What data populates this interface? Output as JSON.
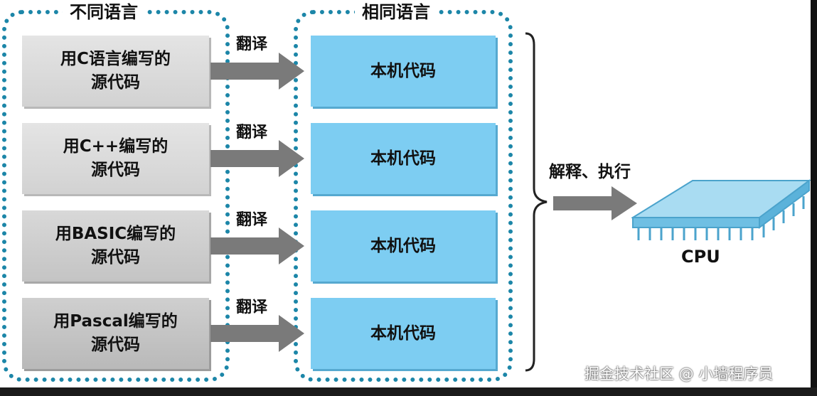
{
  "diagram": {
    "source_group_title": "不同语言",
    "target_group_title": "相同语言",
    "sources": [
      {
        "line1": "用C语言编写的",
        "line2": "源代码"
      },
      {
        "line1": "用C++编写的",
        "line2": "源代码"
      },
      {
        "line1": "用BASIC编写的",
        "line2": "源代码"
      },
      {
        "line1": "用Pascal编写的",
        "line2": "源代码"
      }
    ],
    "targets": [
      "本机代码",
      "本机代码",
      "本机代码",
      "本机代码"
    ],
    "translate_labels": [
      "翻译",
      "翻译",
      "翻译",
      "翻译"
    ],
    "execute_label": "解释、执行",
    "cpu_label": "CPU"
  },
  "watermark": "掘金技术社区 @ 小墙程序员",
  "colors": {
    "dotted_border": "#1c86a8",
    "native_code_box": "#7dcdf2",
    "source_box": "#d6d6d6",
    "arrow": "#7a7a7a",
    "cpu": "#a9dcf2"
  }
}
